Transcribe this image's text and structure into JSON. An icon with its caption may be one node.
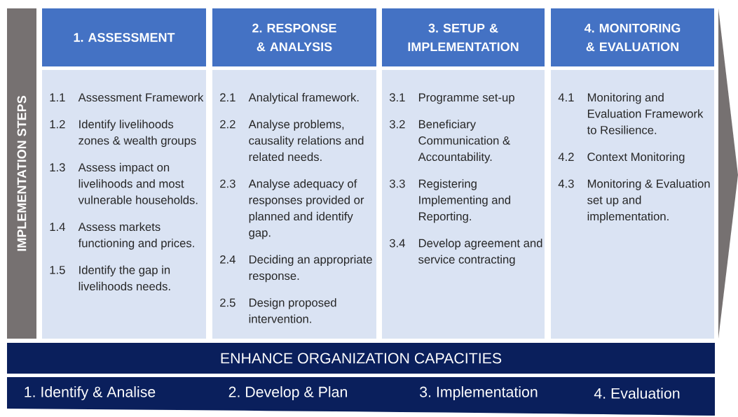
{
  "diagram": {
    "nodes": [
      {
        "text": [
          "IMPLEMENTATION STEPS"
        ]
      },
      {
        "text": [
          "1. ASSESSMENT"
        ]
      },
      {
        "text": [
          "2. RESPONSE & ANALYSIS"
        ]
      },
      {
        "text": [
          "3. SETUP & IMPLEMENTATION"
        ]
      },
      {
        "text": [
          "4. MONITORING & EVALUATION"
        ]
      },
      {
        "text": [
          "1.1",
          "Assessment Framework",
          "1.2",
          "Identify livelihoods zones & wealth groups",
          "1.3",
          "Assess impact on livelihoods and most vulnerable households.",
          "1.4",
          "Assess markets functioning and prices.",
          "1.5",
          "Identify the gap in livelihoods needs."
        ]
      },
      {
        "text": [
          "2.1",
          "Analytical framework.",
          "2.2",
          "Analyse problems, causality relations and related needs.",
          "2.3",
          "Analyse adequacy of responses provided or planned and identify gap.",
          "2.4",
          "Deciding an appropriate response.",
          "2.5",
          "Design proposed intervention."
        ]
      },
      {
        "text": [
          "3.1",
          "Programme set-up",
          "3.2",
          "Beneficiary Communication & Accountability.",
          "3.3",
          "Registering Implementing and Reporting.",
          "3.4",
          "Develop agreement and service contracting"
        ]
      },
      {
        "text": [
          "4.1",
          "Monitoring and Evaluation Framework to Resilience.",
          "4.2",
          "Context Monitoring",
          "4.3",
          "Monitoring & Evaluation set up and implementation."
        ]
      },
      {
        "text": [
          "ENHANCE ORGANIZATION CAPACITIES"
        ]
      },
      {
        "text": [
          "1. Identify & Analise",
          "2. Develop & Plan",
          "3. Implementation",
          "4. Evaluation"
        ]
      }
    ]
  }
}
